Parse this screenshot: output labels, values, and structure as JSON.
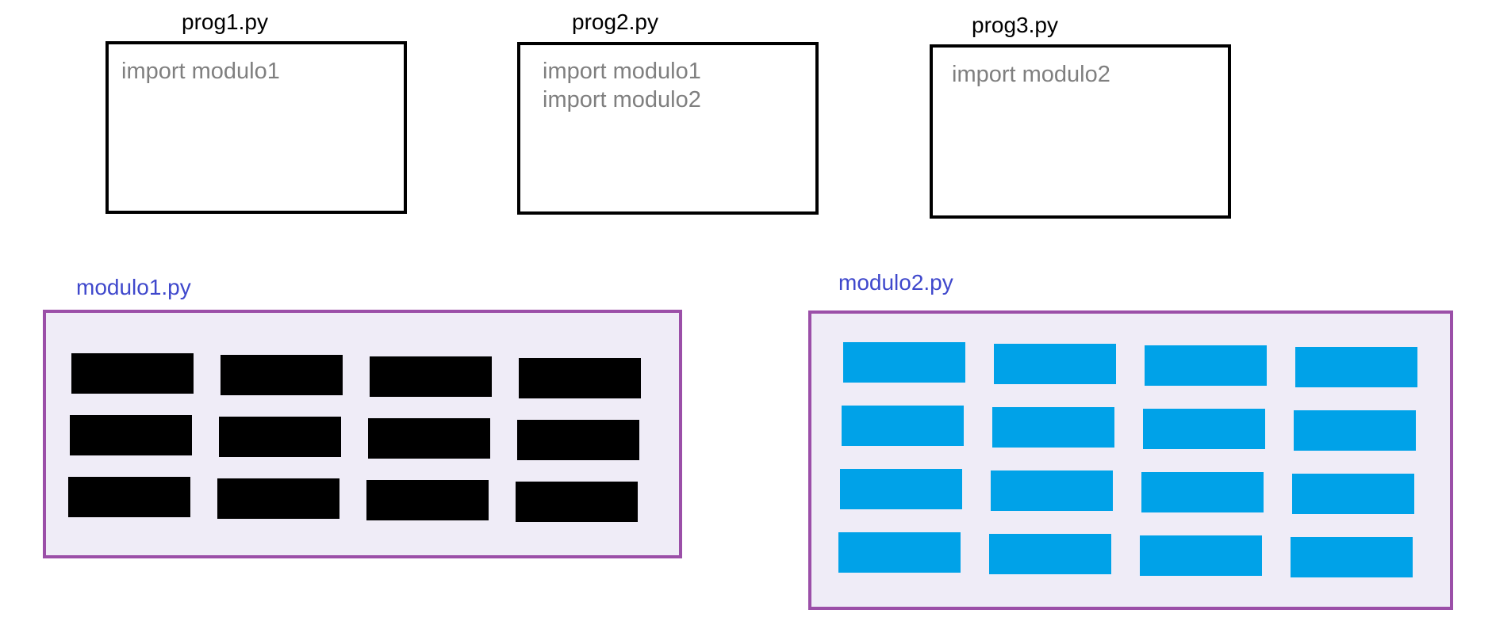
{
  "programs": [
    {
      "title": "prog1.py",
      "lines": [
        "import modulo1"
      ]
    },
    {
      "title": "prog2.py",
      "lines": [
        "import modulo1",
        "import modulo2"
      ]
    },
    {
      "title": "prog3.py",
      "lines": [
        "import modulo2"
      ]
    }
  ],
  "modules": [
    {
      "title": "modulo1.py",
      "block_color": "#000000",
      "rows": 3,
      "cols": 4
    },
    {
      "title": "modulo2.py",
      "block_color": "#00a2e8",
      "rows": 4,
      "cols": 4
    }
  ],
  "colors": {
    "program_border": "#000000",
    "code_text": "#7f7f7f",
    "module_title": "#3f48cc",
    "module_border": "#9b4fa8",
    "module_fill": "#efecf7"
  }
}
